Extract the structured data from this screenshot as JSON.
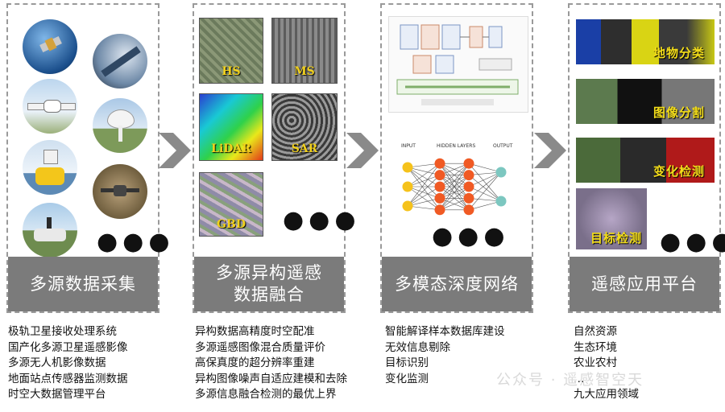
{
  "panels": [
    {
      "title": "多源数据采集",
      "items": [
        "极轨卫星接收处理系统",
        "国产化多源卫星遥感影像",
        "多源无人机影像数据",
        "地面站点传感器监测数据",
        "时空大数据管理平台"
      ]
    },
    {
      "title": "多源异构遥感\n数据融合",
      "items": [
        "异构数据高精度时空配准",
        "多源遥感图像混合质量评价",
        "高保真度的超分辨率重建",
        "异构图像噪声自适应建模和去除",
        "多源信息融合检测的最优上界"
      ]
    },
    {
      "title": "多模态深度网络",
      "items": [
        "智能解译样本数据库建设",
        "无效信息剔除",
        "目标识别",
        "变化监测"
      ]
    },
    {
      "title": "遥感应用平台",
      "items": [
        "自然资源",
        "生态环境",
        "农业农村",
        "…",
        "九大应用领域"
      ]
    }
  ],
  "fusion_tiles": [
    "HS",
    "MS",
    "LiDAR",
    "SAR",
    "GBD"
  ],
  "app_tiles": [
    "地物分类",
    "图像分割",
    "变化检测",
    "目标检测"
  ],
  "nn_labels": {
    "input": "INPUT",
    "hidden": "HIDDEN LAYERS",
    "output": "OUTPUT"
  },
  "ellipsis": "●●●",
  "watermark": "公众号 · 遥感智空天",
  "colors": {
    "footer": "#7b7b7b",
    "arrow": "#8a8a8a",
    "label_yellow": "#f2d11d",
    "nn_input": "#f5c21b",
    "nn_hidden": "#f05a24",
    "nn_output": "#7cc7c0"
  }
}
